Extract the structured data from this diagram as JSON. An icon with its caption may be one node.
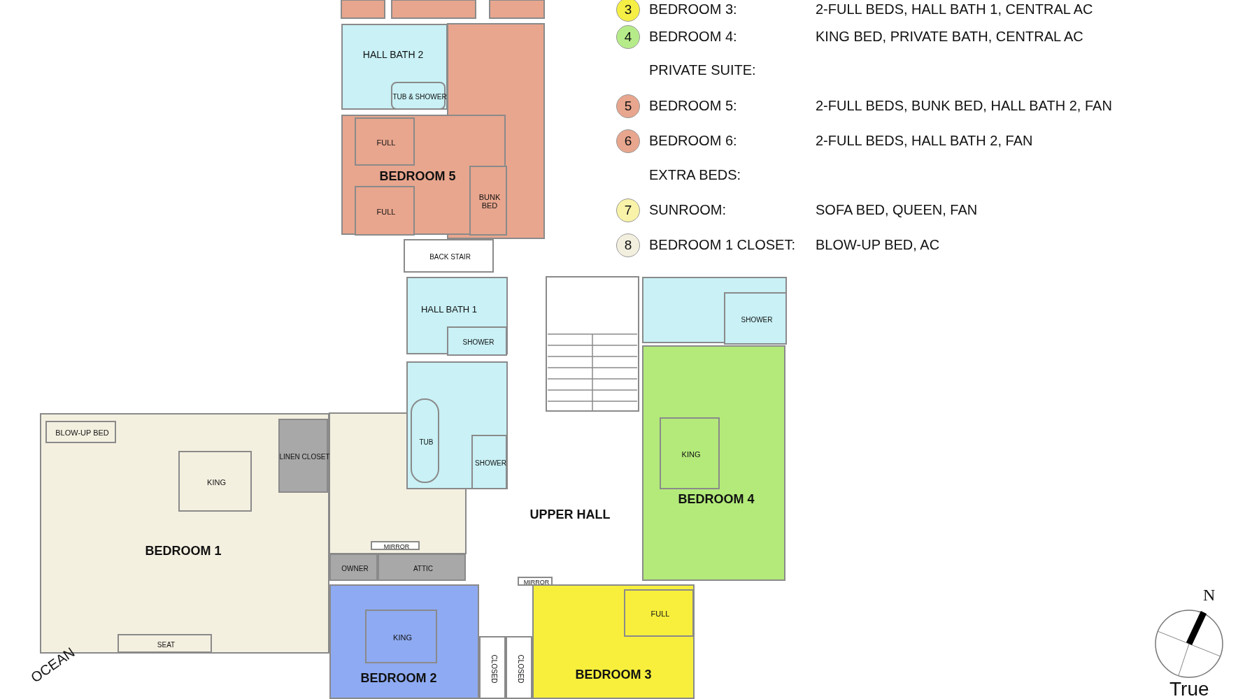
{
  "diagram": {
    "nodes": [
      {
        "text": [
          "HALL BATH 2"
        ]
      },
      {
        "text": [
          "TUB & SHOWER"
        ],
        "in": 0
      },
      {
        "text": [
          "BEDROOM 5"
        ]
      },
      {
        "text": [
          "FULL"
        ],
        "in": 2
      },
      {
        "text": [
          "BUNK BED"
        ],
        "in": 2
      },
      {
        "text": [
          "FULL"
        ],
        "in": 2
      },
      {
        "text": [
          "BACK STAIR"
        ]
      },
      {
        "text": [
          "HALL BATH 1"
        ]
      },
      {
        "text": [
          "SHOWER"
        ],
        "in": 7
      },
      {
        "text": [],
        "shape": "box"
      },
      {
        "text": [
          "TUB"
        ],
        "in": 9
      },
      {
        "text": [
          "SHOWER"
        ],
        "in": 9
      },
      {
        "text": [],
        "shape": "box"
      },
      {
        "text": [
          "SHOWER"
        ],
        "in": 12
      },
      {
        "text": [
          "BEDROOM 1"
        ]
      },
      {
        "text": [
          "BLOW-UP BED"
        ],
        "in": 14
      },
      {
        "text": [
          "KING"
        ],
        "in": 14
      },
      {
        "text": [
          "LINEN CLOSET"
        ],
        "in": 14
      },
      {
        "text": [
          "SEAT"
        ],
        "in": 14
      },
      {
        "text": [
          "UPPER HALL"
        ]
      },
      {
        "text": [
          "BEDROOM 4"
        ]
      },
      {
        "text": [
          "KING"
        ],
        "in": 20
      },
      {
        "text": [
          "MIRROR"
        ]
      },
      {
        "text": [
          "OWNER"
        ]
      },
      {
        "text": [
          "ATTIC"
        ]
      },
      {
        "text": [
          "MIRROR"
        ]
      },
      {
        "text": [
          "BEDROOM 2"
        ]
      },
      {
        "text": [
          "KING"
        ],
        "in": 26
      },
      {
        "text": [
          "CLOSED"
        ]
      },
      {
        "text": [
          "CLOSED"
        ]
      },
      {
        "text": [
          "BEDROOM 3"
        ]
      },
      {
        "text": [
          "FULL"
        ],
        "in": 30
      },
      {
        "text": [
          "3"
        ],
        "beside": [
          "BEDROOM 3:"
        ]
      },
      {
        "text": [
          "4"
        ],
        "beside": [
          "BEDROOM 4:"
        ]
      },
      {
        "text": [
          "5"
        ],
        "beside": [
          "BEDROOM 5:"
        ]
      },
      {
        "text": [
          "6"
        ],
        "beside": [
          "BEDROOM 6:"
        ]
      },
      {
        "text": [
          "7"
        ],
        "beside": [
          "SUNROOM:"
        ]
      },
      {
        "text": [
          "8"
        ],
        "beside": [
          "BEDROOM 1 CLOSET:"
        ]
      }
    ],
    "labels": [
      "2-FULL BEDS, HALL BATH 1, CENTRAL AC",
      "KING BED, PRIVATE BATH, CENTRAL AC",
      "PRIVATE SUITE:",
      "2-FULL BEDS, BUNK BED, HALL BATH 2, FAN",
      "2-FULL BEDS, HALL BATH 2, FAN",
      "EXTRA BEDS:",
      "SOFA BED, QUEEN, FAN",
      "BLOW-UP BED, AC",
      "N",
      "True",
      "OCEAN"
    ]
  }
}
